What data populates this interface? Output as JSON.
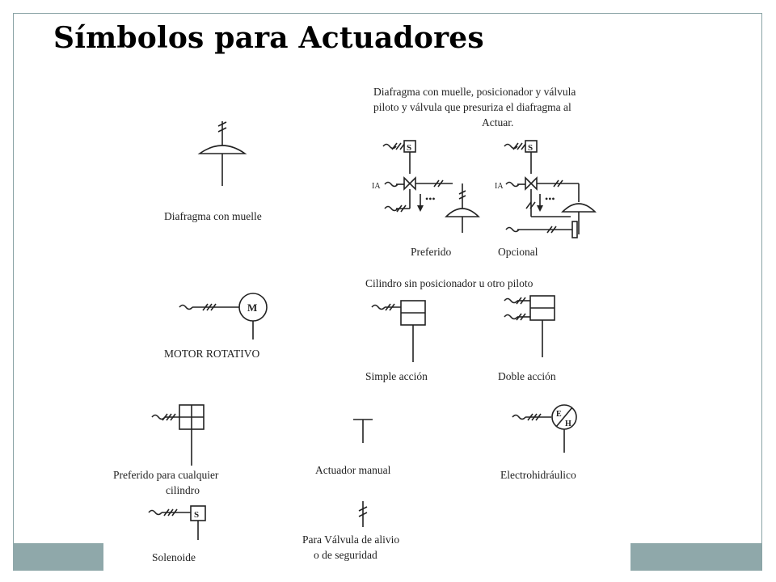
{
  "slide": {
    "title": "Símbolos para Actuadores",
    "accent_color": "#8fa8aa"
  },
  "symbols": {
    "diaphragm_spring": "Diafragma con muelle",
    "diaphragm_positioner": {
      "line1": "Diafragma con muelle, posicionador y válvula",
      "line2": "piloto y válvula que presuriza el diafragma al",
      "line3": "Actuar.",
      "preferred": "Preferido",
      "optional": "Opcional"
    },
    "cylinder_header": "Cilindro sin posicionador u otro piloto",
    "rotary_motor": "MOTOR ROTATIVO",
    "rotary_motor_letter": "M",
    "single_action": "Simple acción",
    "double_action": "Doble acción",
    "preferred_any_cylinder": {
      "line1": "Preferido para cualquier",
      "line2": "cilindro"
    },
    "manual_actuator": "Actuador manual",
    "electrohydraulic": "Electrohidráulico",
    "electrohydraulic_letters": [
      "E",
      "H"
    ],
    "solenoid": "Solenoide",
    "solenoid_letter": "S",
    "relief_valve": {
      "line1": "Para Válvula de alivio",
      "line2": "o de seguridad"
    },
    "ia_label": "IA",
    "s_letter": "S"
  }
}
